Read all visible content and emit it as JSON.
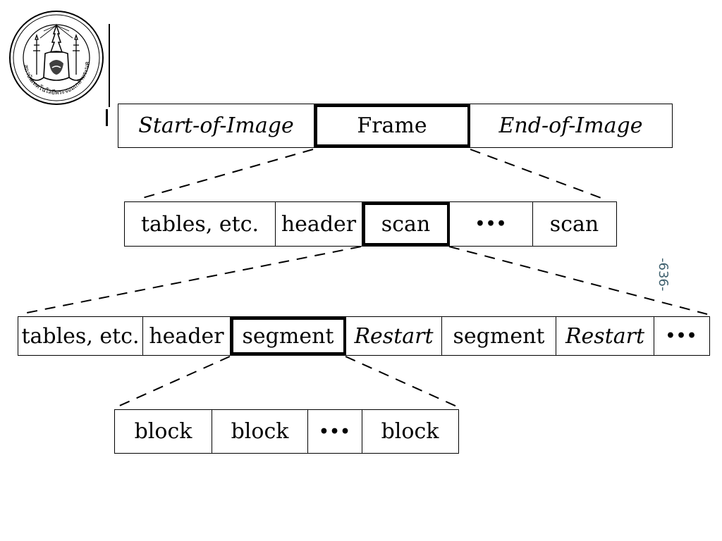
{
  "logo": {
    "seal_text": "สถาบันเทคโนโลยีพระจอมเกล้าพระนครเหนือ",
    "icon": "university-seal-icon"
  },
  "page_number": "-636-",
  "diagram": {
    "level1": [
      {
        "label": "Start-of-Image",
        "style": "italic"
      },
      {
        "label": "Frame",
        "style": "bold-box"
      },
      {
        "label": "End-of-Image",
        "style": "italic"
      }
    ],
    "level2": [
      {
        "label": "tables, etc.",
        "style": "normal"
      },
      {
        "label": "header",
        "style": "normal"
      },
      {
        "label": "scan",
        "style": "bold-box"
      },
      {
        "label": "•••",
        "style": "dots"
      },
      {
        "label": "scan",
        "style": "normal"
      }
    ],
    "level3": [
      {
        "label": "tables, etc.",
        "style": "normal"
      },
      {
        "label": "header",
        "style": "normal"
      },
      {
        "label": "segment",
        "style": "bold-box"
      },
      {
        "label": "Restart",
        "style": "italic"
      },
      {
        "label": "segment",
        "style": "normal"
      },
      {
        "label": "Restart",
        "style": "italic"
      },
      {
        "label": "•••",
        "style": "dots"
      }
    ],
    "level4": [
      {
        "label": "block",
        "style": "normal"
      },
      {
        "label": "block",
        "style": "normal"
      },
      {
        "label": "•••",
        "style": "dots"
      },
      {
        "label": "block",
        "style": "normal"
      }
    ]
  }
}
